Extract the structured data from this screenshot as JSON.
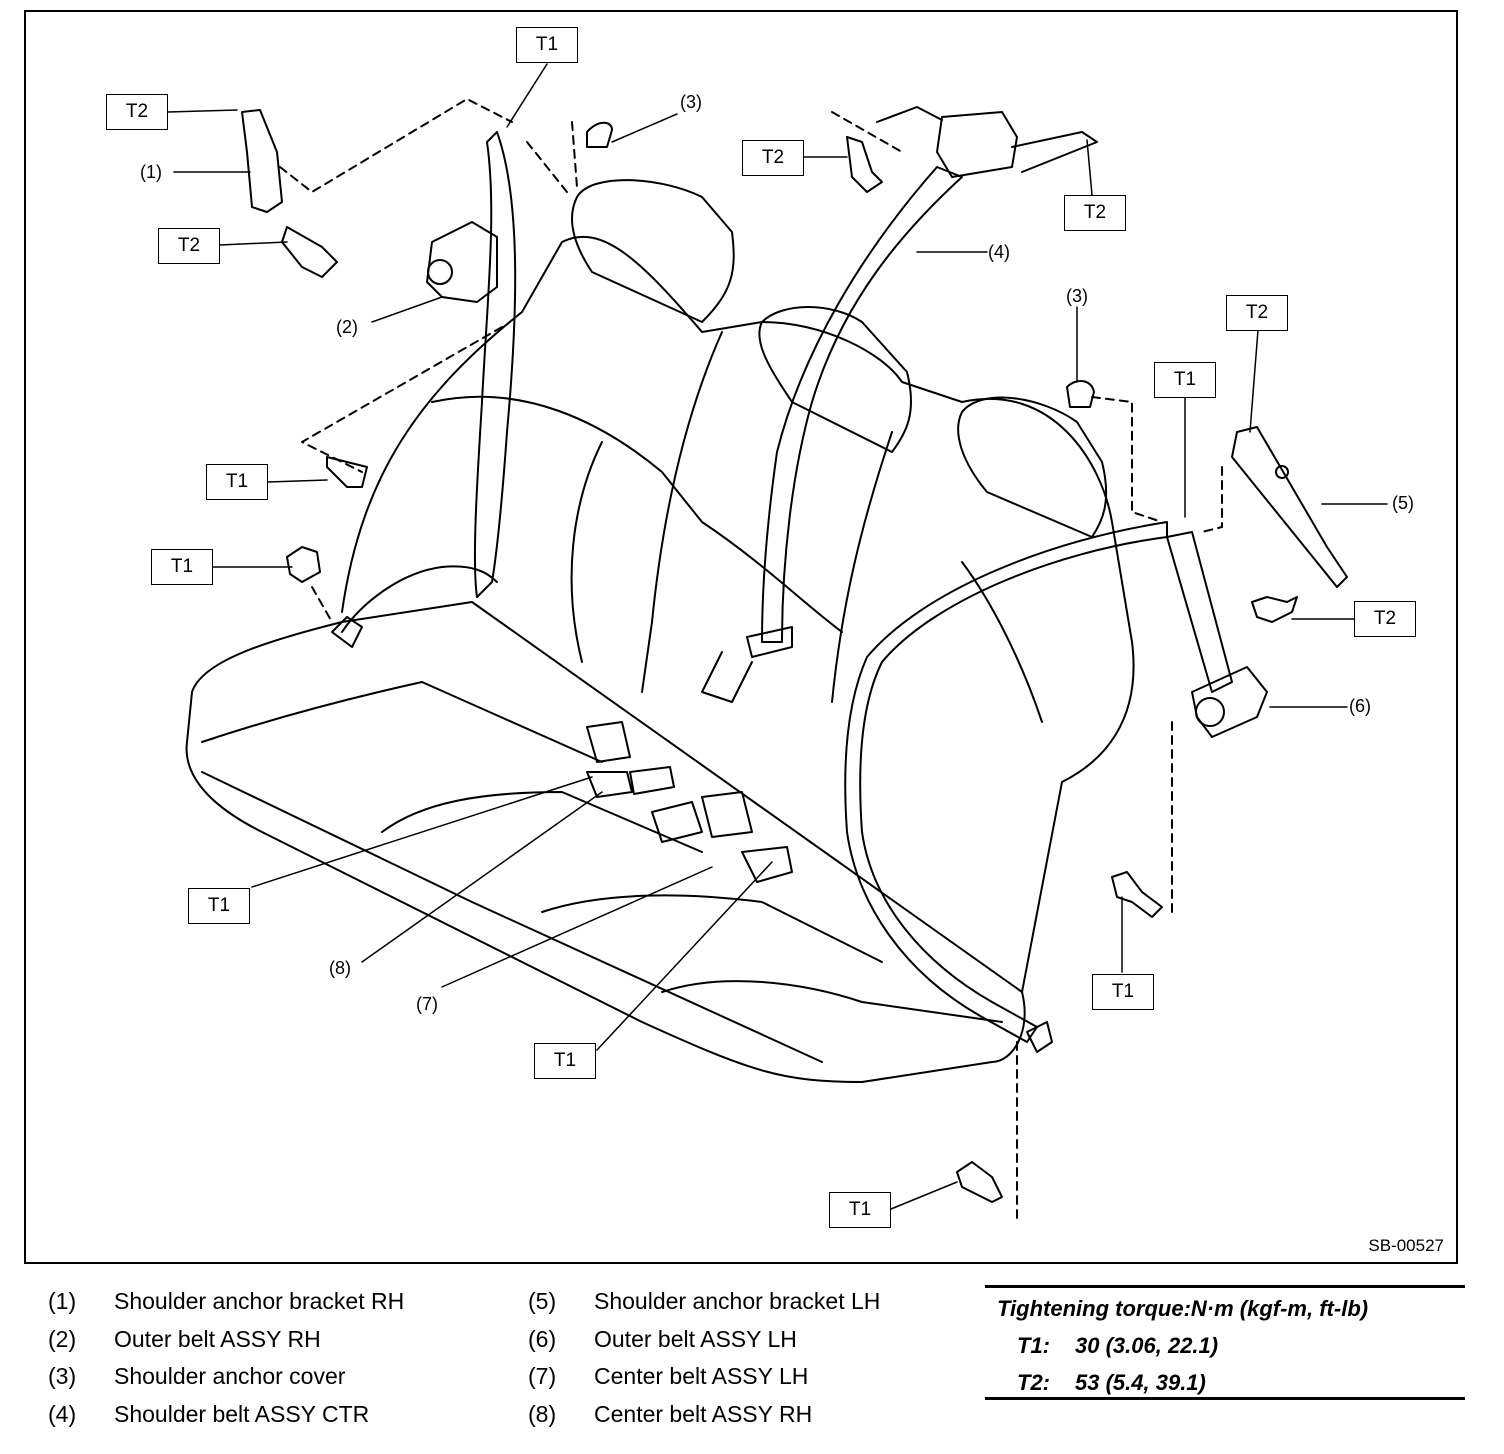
{
  "diagram": {
    "code": "SB-00527",
    "callouts": {
      "t1_top": "T1",
      "t2_top_left": "T2",
      "t2_left_bolt": "T2",
      "t2_center_bolt": "T2",
      "t2_center_right": "T2",
      "t2_right_top": "T2",
      "t2_right_bolt": "T2",
      "t1_left_upper": "T1",
      "t1_left_lower": "T1",
      "t1_right_anchor": "T1",
      "t1_buckle_left": "T1",
      "t1_buckle_center": "T1",
      "t1_right_bolt": "T1",
      "t1_bottom": "T1"
    },
    "part_numbers": {
      "n1": "(1)",
      "n2": "(2)",
      "n3a": "(3)",
      "n3b": "(3)",
      "n4": "(4)",
      "n5": "(5)",
      "n6": "(6)",
      "n7": "(7)",
      "n8": "(8)"
    }
  },
  "legend": [
    {
      "num": "(1)",
      "label": "Shoulder anchor bracket RH"
    },
    {
      "num": "(2)",
      "label": "Outer belt ASSY RH"
    },
    {
      "num": "(3)",
      "label": "Shoulder anchor cover"
    },
    {
      "num": "(4)",
      "label": "Shoulder belt ASSY CTR"
    },
    {
      "num": "(5)",
      "label": "Shoulder anchor bracket LH"
    },
    {
      "num": "(6)",
      "label": "Outer belt ASSY LH"
    },
    {
      "num": "(7)",
      "label": "Center belt ASSY LH"
    },
    {
      "num": "(8)",
      "label": "Center belt ASSY RH"
    }
  ],
  "torque": {
    "title": "Tightening torque:N·m (kgf-m, ft-lb)",
    "rows": [
      {
        "key": "T1:",
        "value": "30 (3.06, 22.1)"
      },
      {
        "key": "T2:",
        "value": "53 (5.4, 39.1)"
      }
    ]
  }
}
